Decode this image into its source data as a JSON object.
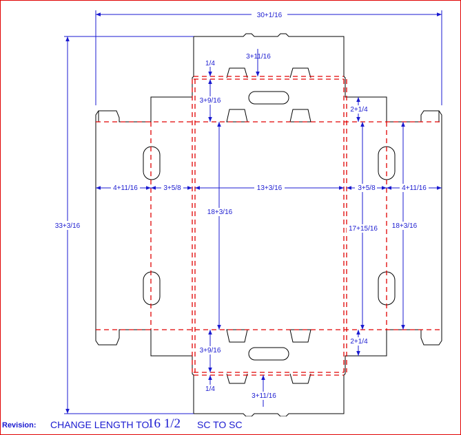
{
  "dimensions": {
    "overall_width": "30+1/16",
    "overall_height": "33+3/16",
    "top_flap_height": "3+11/16",
    "bottom_flap_height": "3+11/16",
    "top_small": "1/4",
    "bottom_small": "1/4",
    "top_tab": "3+9/16",
    "bottom_tab": "3+9/16",
    "right_top_tab": "2+1/4",
    "right_bottom_tab": "2+1/4",
    "left_end_panel": "4+11/16",
    "left_side_panel": "3+5/8",
    "center_panel": "13+3/16",
    "right_side_panel": "3+5/8",
    "right_end_panel": "4+11/16",
    "center_height": "18+3/16",
    "right_inner_height": "17+15/16",
    "right_end_height": "18+3/16"
  },
  "revision": {
    "label": "Revision:",
    "text_a": "CHANGE LENGTH TO",
    "text_b": "16 1/2",
    "text_c": "SC TO SC"
  },
  "colors": {
    "dimension": "#1a1ad0",
    "fold_line": "#e00000",
    "cut_line": "#000000",
    "frame": "#e00000"
  }
}
